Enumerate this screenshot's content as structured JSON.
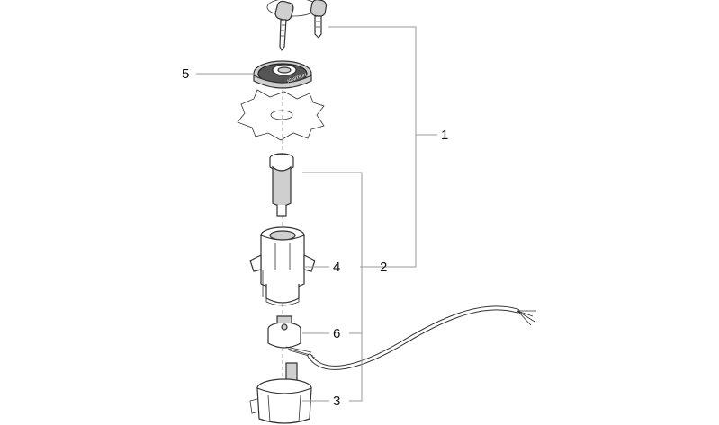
{
  "callouts": {
    "c1": "1",
    "c2": "2",
    "c3": "3",
    "c4": "4",
    "c5": "5",
    "c6": "6"
  },
  "ring_text": "IGNITION"
}
